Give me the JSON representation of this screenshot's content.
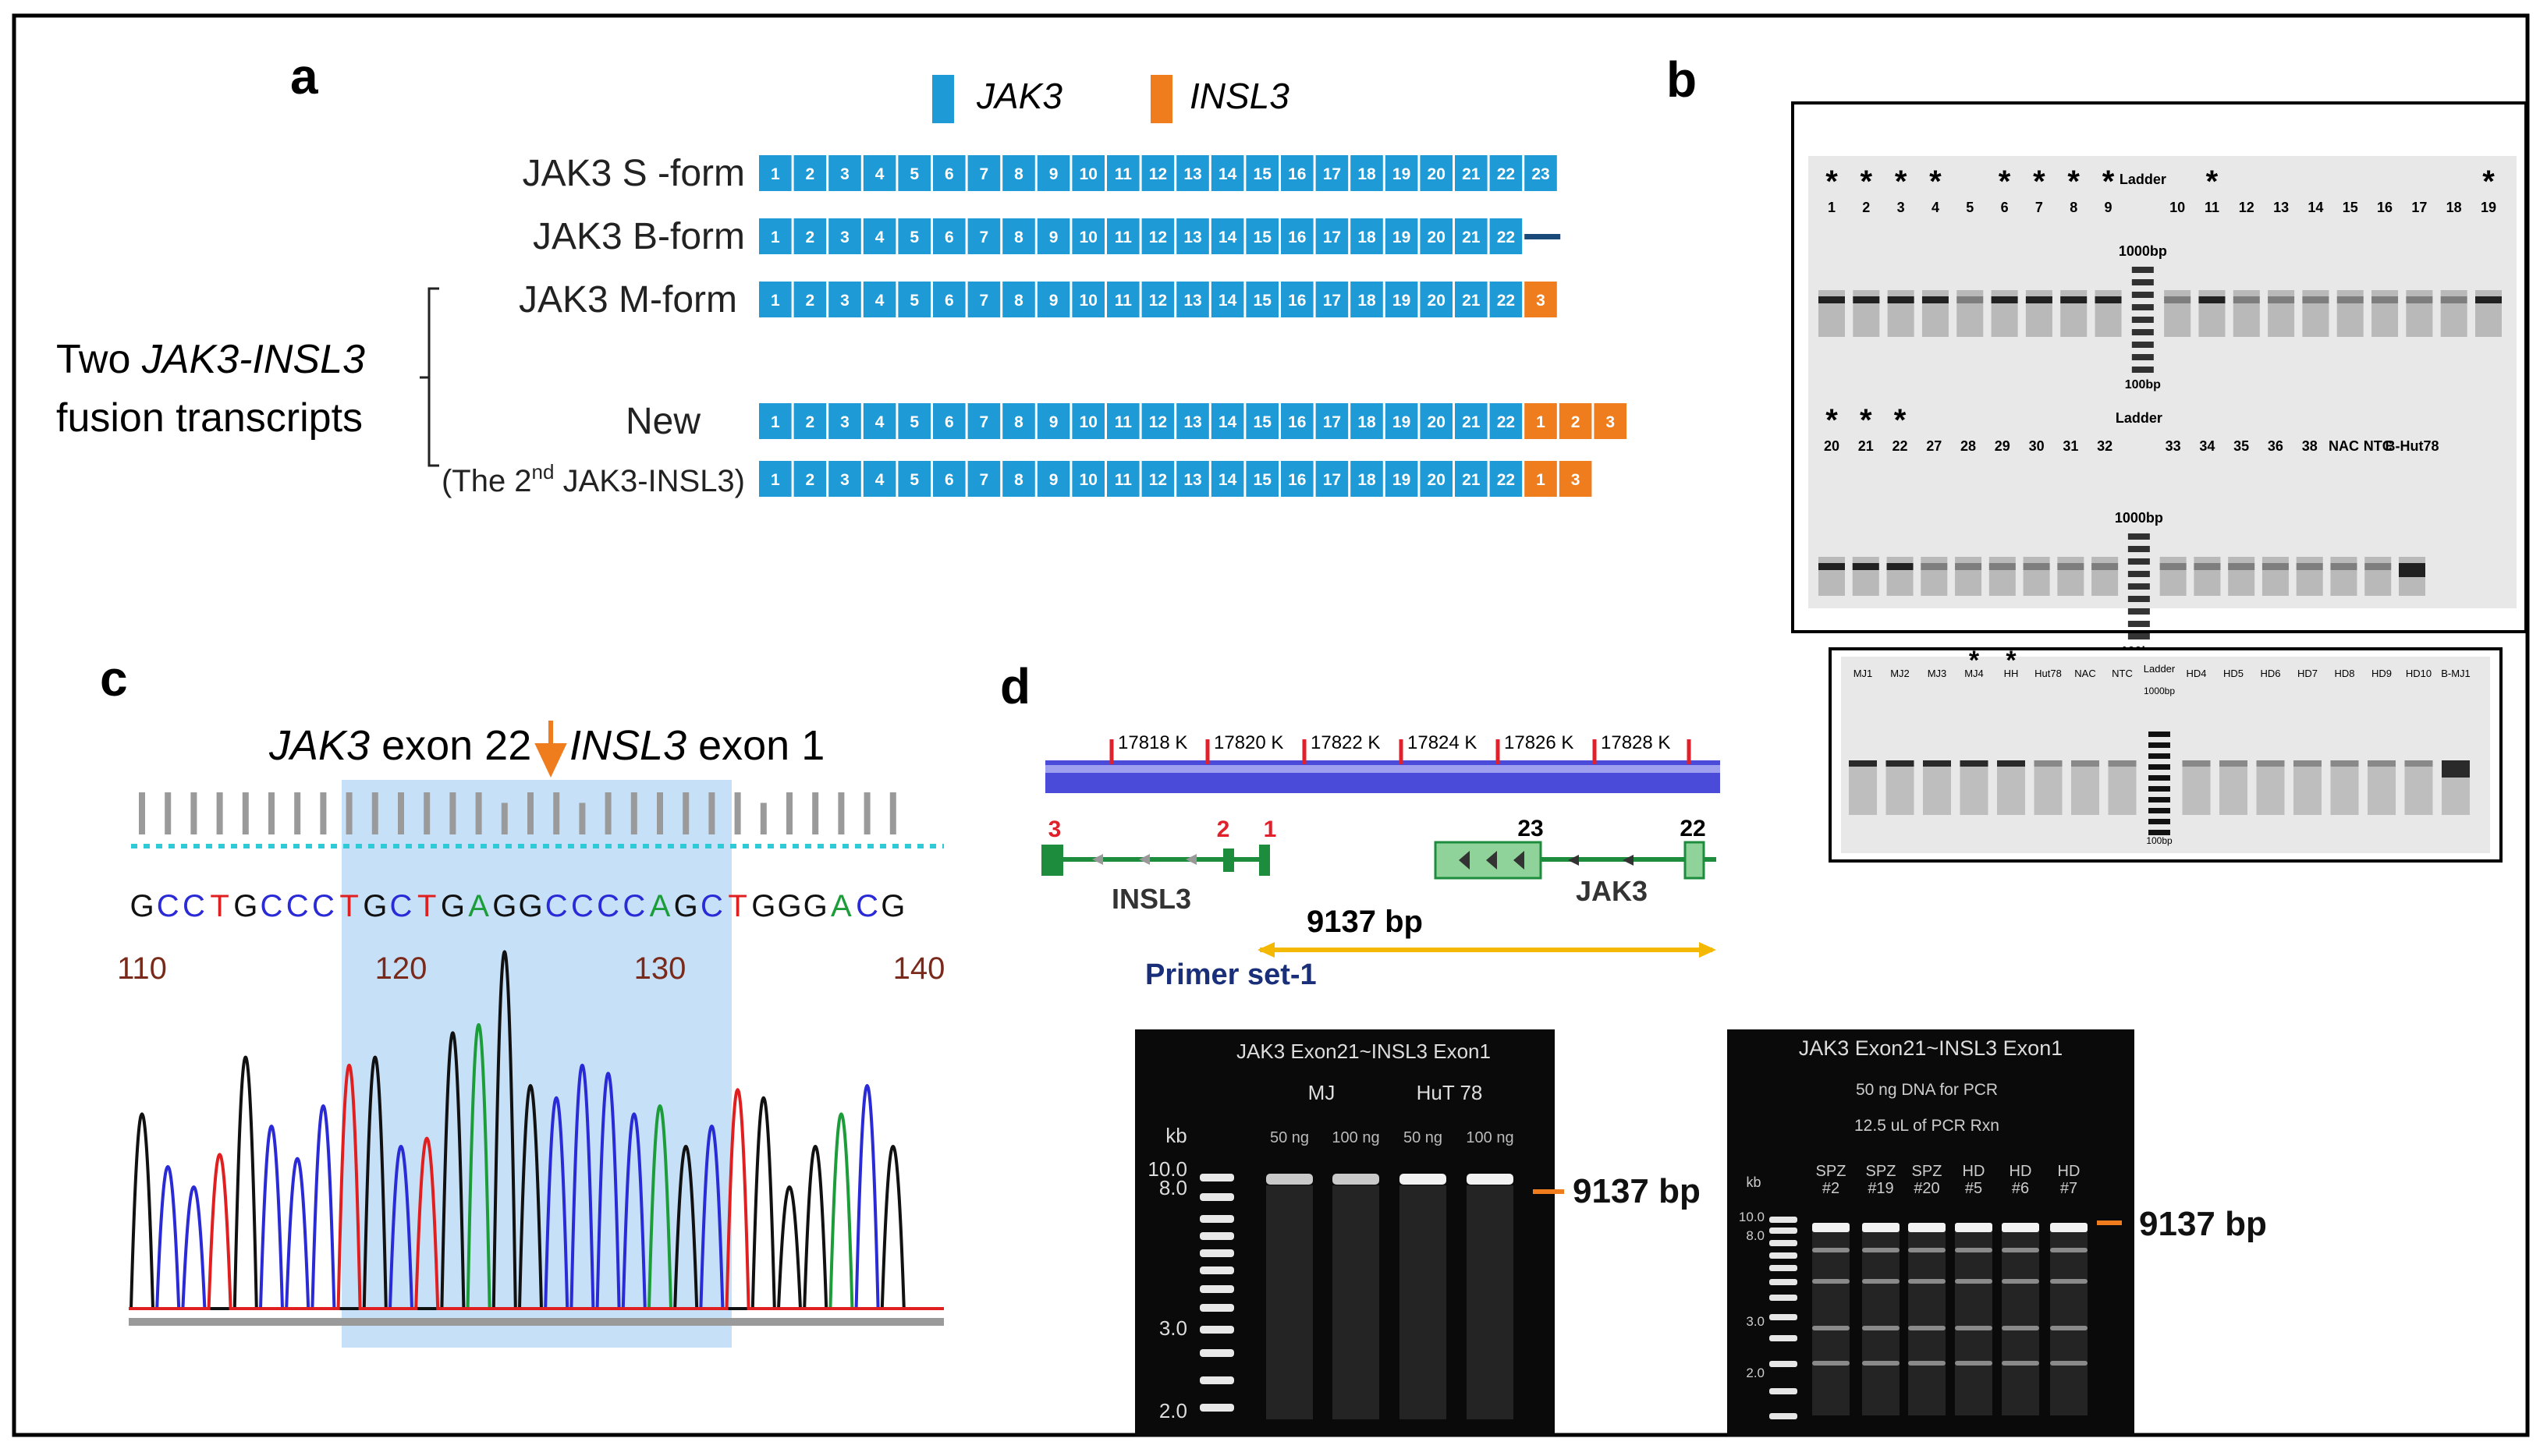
{
  "panels": {
    "a": {
      "letter": "a"
    },
    "b": {
      "letter": "b"
    },
    "c": {
      "letter": "c"
    },
    "d": {
      "letter": "d"
    }
  },
  "legend": {
    "jak3": "JAK3",
    "insl3": "INSL3"
  },
  "colors": {
    "jak3": "#1e9ad6",
    "insl3": "#ef7d1e",
    "axis_line": "#3f3fd9",
    "tick": "#e0202a",
    "gene": "#6dbf6d",
    "gene_dark": "#1d8c3c",
    "arrow": "#f5b800",
    "trace_a": "#1d9d3a",
    "trace_c": "#2a2ad6",
    "trace_g": "#111111",
    "trace_t": "#e02020",
    "highlight": "#bcdcf6"
  },
  "transcripts": [
    {
      "label": "JAK3 S -form",
      "sup": "",
      "label_after": "",
      "jak3_exons": [
        "1",
        "2",
        "3",
        "4",
        "5",
        "6",
        "7",
        "8",
        "9",
        "10",
        "11",
        "12",
        "13",
        "14",
        "15",
        "16",
        "17",
        "18",
        "19",
        "20",
        "21",
        "22",
        "23"
      ],
      "insl3_exons": [],
      "tail_line": false
    },
    {
      "label": "JAK3 B-form",
      "sup": "",
      "label_after": "",
      "jak3_exons": [
        "1",
        "2",
        "3",
        "4",
        "5",
        "6",
        "7",
        "8",
        "9",
        "10",
        "11",
        "12",
        "13",
        "14",
        "15",
        "16",
        "17",
        "18",
        "19",
        "20",
        "21",
        "22"
      ],
      "insl3_exons": [],
      "tail_line": true
    },
    {
      "label": "JAK3 M-form",
      "sup": "",
      "label_after": "",
      "jak3_exons": [
        "1",
        "2",
        "3",
        "4",
        "5",
        "6",
        "7",
        "8",
        "9",
        "10",
        "11",
        "12",
        "13",
        "14",
        "15",
        "16",
        "17",
        "18",
        "19",
        "20",
        "21",
        "22"
      ],
      "insl3_exons": [
        "3"
      ],
      "tail_line": false
    },
    {
      "label": "New",
      "sup": "",
      "label_after": "",
      "jak3_exons": [
        "1",
        "2",
        "3",
        "4",
        "5",
        "6",
        "7",
        "8",
        "9",
        "10",
        "11",
        "12",
        "13",
        "14",
        "15",
        "16",
        "17",
        "18",
        "19",
        "20",
        "21",
        "22"
      ],
      "insl3_exons": [
        "1",
        "2",
        "3"
      ],
      "tail_line": false
    },
    {
      "label": "(The 2",
      "sup": "nd",
      "label_after": " JAK3-INSL3)",
      "jak3_exons": [
        "1",
        "2",
        "3",
        "4",
        "5",
        "6",
        "7",
        "8",
        "9",
        "10",
        "11",
        "12",
        "13",
        "14",
        "15",
        "16",
        "17",
        "18",
        "19",
        "20",
        "21",
        "22"
      ],
      "insl3_exons": [
        "1",
        "3"
      ],
      "tail_line": false
    }
  ],
  "fusion_group": {
    "line1_pre": "Two ",
    "line1_italic": "JAK3-INSL3",
    "line2": "fusion transcripts"
  },
  "gel_b1": {
    "top_lanes": [
      "1",
      "2",
      "3",
      "4",
      "5",
      "6",
      "7",
      "8",
      "9",
      "Ladder",
      "10",
      "11",
      "12",
      "13",
      "14",
      "15",
      "16",
      "17",
      "18",
      "19"
    ],
    "top_stars": [
      "1",
      "2",
      "3",
      "4",
      "6",
      "7",
      "8",
      "9",
      "11",
      "19"
    ],
    "ladder_top": "1000bp",
    "ladder_bottom": "100bp",
    "bottom_lanes": [
      "20",
      "21",
      "22",
      "27",
      "28",
      "29",
      "30",
      "31",
      "32",
      "Ladder",
      "33",
      "34",
      "35",
      "36",
      "38",
      "NAC",
      "NTC",
      "B-Hut78"
    ],
    "bottom_stars": [
      "20",
      "21",
      "22"
    ],
    "star": "*"
  },
  "gel_b2": {
    "lanes": [
      "MJ1",
      "MJ2",
      "MJ3",
      "MJ4",
      "HH",
      "Hut78",
      "NAC",
      "NTC",
      "Ladder",
      "HD4",
      "HD5",
      "HD6",
      "HD7",
      "HD8",
      "HD9",
      "HD10",
      "B-MJ1"
    ],
    "stars": [
      "MJ4",
      "HH"
    ],
    "ladder_top": "1000bp",
    "ladder_bottom": "100bp"
  },
  "chromatogram": {
    "title_gene1": "JAK3",
    "title_exon1": " exon 22 ",
    "title_gene2": "INSL3",
    "title_exon2": " exon 1",
    "sequence": [
      "G",
      "C",
      "C",
      "T",
      "G",
      "C",
      "C",
      "C",
      "T",
      "G",
      "C",
      "T",
      "G",
      "A",
      "G",
      "G",
      "C",
      "C",
      "C",
      "C",
      "A",
      "G",
      "C",
      "T",
      "G",
      "G",
      "G",
      "A",
      "C",
      "G"
    ],
    "positions": [
      "110",
      "120",
      "130",
      "140"
    ]
  },
  "genome": {
    "coords": [
      "17818 K",
      "17820 K",
      "17822 K",
      "17824 K",
      "17826 K",
      "17828 K"
    ],
    "insl3_exon_labels": [
      "3",
      "2",
      "1"
    ],
    "jak3_exon_labels": [
      "23",
      "22"
    ],
    "insl3": "INSL3",
    "jak3": "JAK3",
    "amplicon": "9137 bp",
    "primer": "Primer set-1"
  },
  "gel_d1": {
    "title": "JAK3 Exon21~INSL3 Exon1",
    "groups": [
      "MJ",
      "HuT 78"
    ],
    "lanes": [
      "50 ng",
      "100 ng",
      "50 ng",
      "100 ng"
    ],
    "kb": "kb",
    "markers": [
      "10.0",
      "8.0",
      "3.0",
      "2.0"
    ],
    "band_label": "9137 bp"
  },
  "gel_d2": {
    "title": "JAK3 Exon21~INSL3 Exon1",
    "sub1": "50 ng DNA for PCR",
    "sub2": "12.5 uL of PCR Rxn",
    "lanes_top": [
      "SPZ",
      "SPZ",
      "SPZ",
      "HD",
      "HD",
      "HD"
    ],
    "lanes_bottom": [
      "#2",
      "#19",
      "#20",
      "#5",
      "#6",
      "#7"
    ],
    "kb": "kb",
    "markers": [
      "10.0",
      "8.0",
      "3.0",
      "2.0"
    ],
    "band_label": "9137 bp"
  }
}
